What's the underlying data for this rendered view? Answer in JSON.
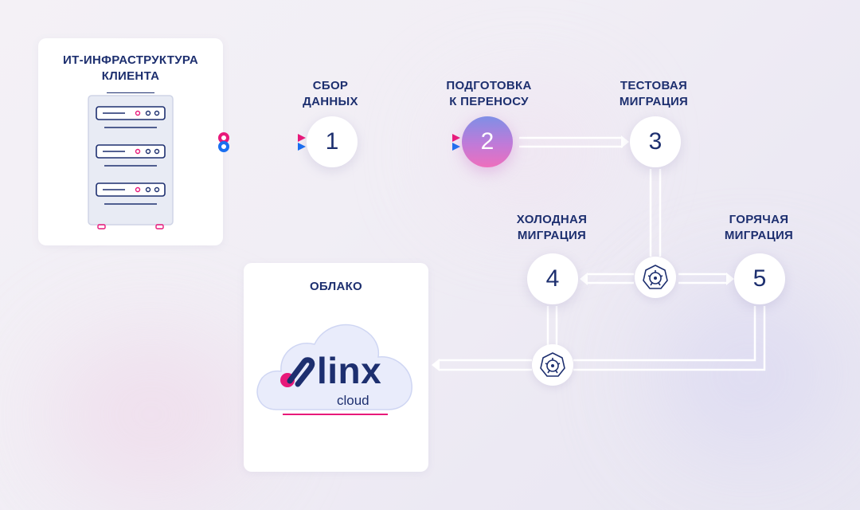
{
  "infrastructure": {
    "title_line1": "ИТ-ИНФРАСТРУКТУРА",
    "title_line2": "КЛИЕНТА"
  },
  "steps": [
    {
      "number": "1",
      "label_line1": "СБОР",
      "label_line2": "ДАННЫХ"
    },
    {
      "number": "2",
      "label_line1": "ПОДГОТОВКА",
      "label_line2": "К ПЕРЕНОСУ"
    },
    {
      "number": "3",
      "label_line1": "ТЕСТОВАЯ",
      "label_line2": "МИГРАЦИЯ"
    },
    {
      "number": "4",
      "label_line1": "ХОЛОДНАЯ",
      "label_line2": "МИГРАЦИЯ"
    },
    {
      "number": "5",
      "label_line1": "ГОРЯЧАЯ",
      "label_line2": "МИГРАЦИЯ"
    }
  ],
  "cloud": {
    "title": "ОБЛАКО",
    "brand": "linx",
    "brand_sub": "cloud"
  },
  "icons": {
    "server": "server-rack-icon",
    "kubernetes": "kubernetes-wheel-icon",
    "logo": "linx-chain-logo-icon"
  },
  "colors": {
    "navy": "#1d2f6f",
    "pink": "#e8197a",
    "blue": "#1a6ff0",
    "active_gradient_top": "#7f8fe6",
    "active_gradient_bottom": "#ee6fbd"
  }
}
